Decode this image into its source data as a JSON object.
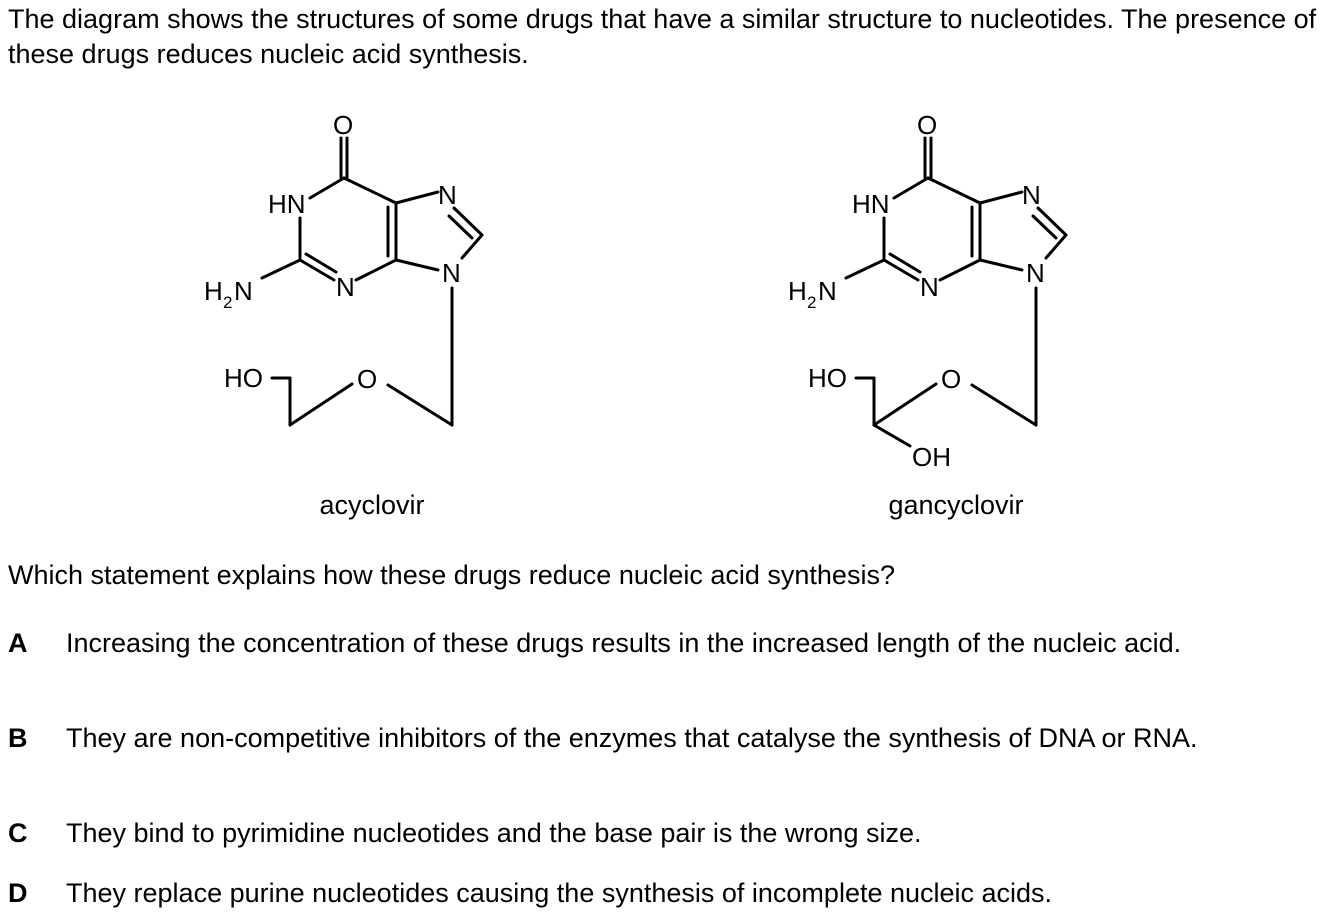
{
  "intro": "The diagram shows the structures of some drugs that have a similar structure to nucleotides. The presence of these drugs reduces nucleic acid synthesis.",
  "molecules": [
    {
      "name": "acyclovir",
      "atoms": {
        "o_carbonyl": "O",
        "hn": "HN",
        "n7": "N",
        "n9": "N",
        "n3": "N",
        "amine_n": "N",
        "amine_h": "H",
        "amine_sub": "2",
        "ho": "HO",
        "ether_o": "O"
      }
    },
    {
      "name": "gancyclovir",
      "atoms": {
        "o_carbonyl": "O",
        "hn": "HN",
        "n7": "N",
        "n9": "N",
        "n3": "N",
        "amine_n": "N",
        "amine_h": "H",
        "amine_sub": "2",
        "ho": "HO",
        "ether_o": "O",
        "oh": "OH"
      }
    }
  ],
  "question": "Which statement explains how these drugs reduce nucleic acid synthesis?",
  "options": [
    {
      "letter": "A",
      "text": "Increasing the concentration of these drugs results in the increased length of the nucleic acid."
    },
    {
      "letter": "B",
      "text": "They are non-competitive inhibitors of the enzymes that catalyse the synthesis of DNA or RNA."
    },
    {
      "letter": "C",
      "text": "They bind to pyrimidine nucleotides and the base pair is the wrong size."
    },
    {
      "letter": "D",
      "text": "They replace purine nucleotides causing the synthesis of incomplete nucleic acids."
    }
  ]
}
